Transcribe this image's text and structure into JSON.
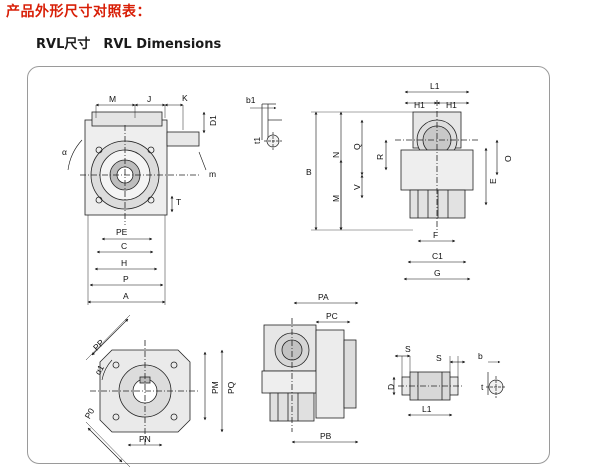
{
  "heading": "产品外形尺寸对照表：",
  "subheading": "RVL尺寸　RVL Dimensions",
  "labels": {
    "M": "M",
    "J": "J",
    "K": "K",
    "D1": "D1",
    "alpha": "α",
    "m": "m",
    "T": "T",
    "PE": "PE",
    "C": "C",
    "H": "H",
    "P": "P",
    "A": "A",
    "b1": "b1",
    "t1": "t1",
    "L1": "L1",
    "H1a": "H1",
    "H1b": "H1",
    "B": "B",
    "N": "N",
    "Q": "Q",
    "R": "R",
    "M2": "M",
    "V": "V",
    "O": "O",
    "E": "E",
    "F": "F",
    "C1": "C1",
    "G": "G",
    "PP": "PP",
    "alpha1": "α1",
    "PM": "PM",
    "PQ": "PQ",
    "P0": "P0",
    "PN": "PN",
    "PA": "PA",
    "PC": "PC",
    "PB": "PB",
    "S1": "S",
    "S2": "S",
    "D": "D",
    "L1b": "L1",
    "b": "b",
    "t": "t"
  }
}
